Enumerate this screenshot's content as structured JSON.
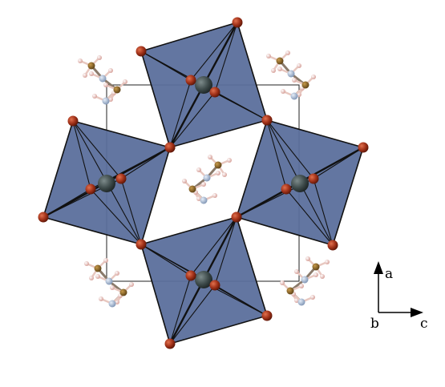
{
  "figure": {
    "axes": {
      "vertical_label": "a",
      "origin_label": "b",
      "horizontal_label": "c"
    },
    "colors": {
      "octahedron_face": "#5b6f9c",
      "octahedron_edge": "#111111",
      "oxygen": "#a3331a",
      "metal_center": "#3d4a4a",
      "unit_cell": "#222222",
      "carbon": "#8a6a2c",
      "nitrogen": "#a9bfd8",
      "hydrogen": "#f2c7c2"
    },
    "octahedra_count": 4,
    "organic_cation_count": 5
  }
}
